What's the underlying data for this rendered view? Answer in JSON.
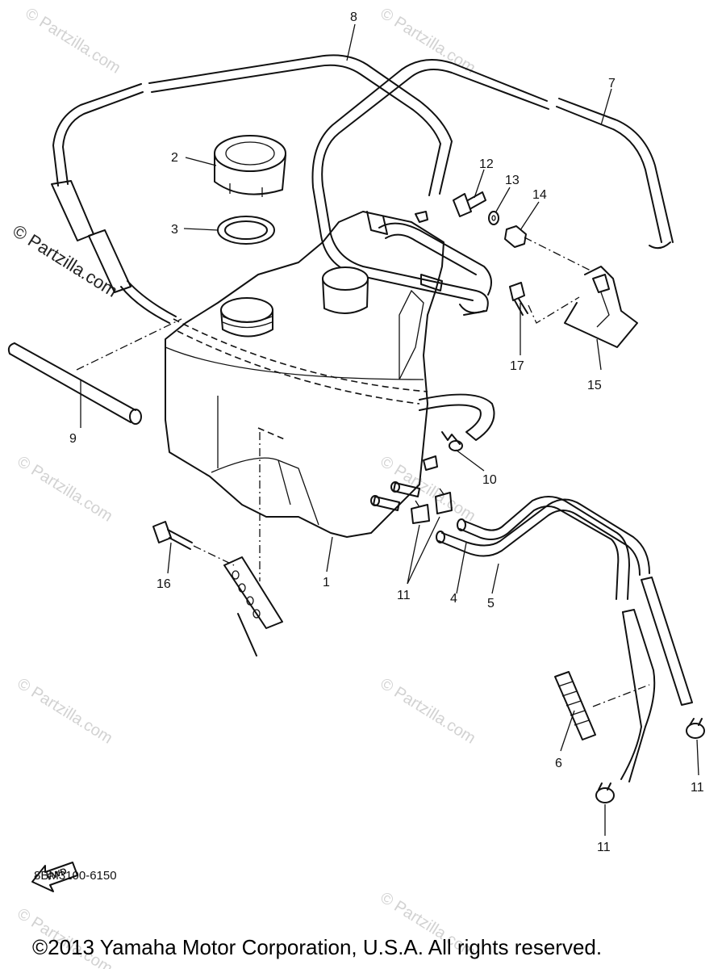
{
  "diagram": {
    "drawing_code": "8BM3100-6150",
    "copyright": "©2013 Yamaha Motor Corporation, U.S.A. All rights reserved.",
    "watermark_text": "© Partzilla.com",
    "fwd_label": "FWD",
    "callouts": [
      {
        "id": "c1",
        "label": "1"
      },
      {
        "id": "c2",
        "label": "2"
      },
      {
        "id": "c3",
        "label": "3"
      },
      {
        "id": "c4",
        "label": "4"
      },
      {
        "id": "c5",
        "label": "5"
      },
      {
        "id": "c6",
        "label": "6"
      },
      {
        "id": "c7",
        "label": "7"
      },
      {
        "id": "c8",
        "label": "8"
      },
      {
        "id": "c9",
        "label": "9"
      },
      {
        "id": "c10",
        "label": "10"
      },
      {
        "id": "c11a",
        "label": "11"
      },
      {
        "id": "c11b",
        "label": "11"
      },
      {
        "id": "c11c",
        "label": "11"
      },
      {
        "id": "c12",
        "label": "12"
      },
      {
        "id": "c13",
        "label": "13"
      },
      {
        "id": "c14",
        "label": "14"
      },
      {
        "id": "c15",
        "label": "15"
      },
      {
        "id": "c16",
        "label": "16"
      },
      {
        "id": "c17",
        "label": "17"
      }
    ]
  }
}
